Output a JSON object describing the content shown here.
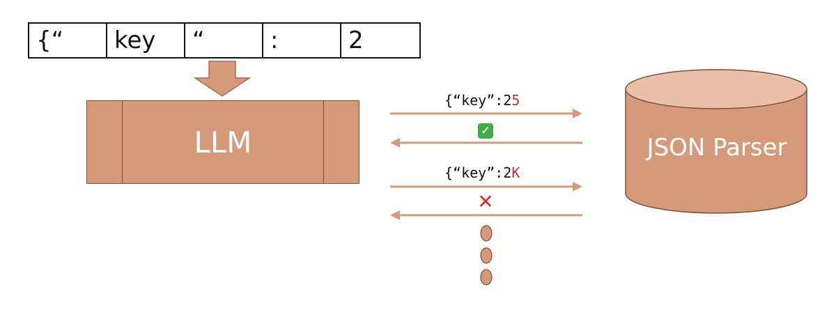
{
  "tokens": [
    "{“",
    "key",
    "“",
    ":",
    "2"
  ],
  "llm": {
    "label": "LLM"
  },
  "parser": {
    "label": "JSON Parser"
  },
  "exchanges": [
    {
      "prefix": "{“key”:2",
      "next_char": "5",
      "result": "valid",
      "result_icon": "check-mark-icon"
    },
    {
      "prefix": "{“key”:2",
      "next_char": "K",
      "result": "invalid",
      "result_icon": "cross-mark-icon"
    }
  ],
  "colors": {
    "block_fill": "#d49a7b",
    "block_top": "#e8c0aa",
    "arrow": "#d49a7b",
    "invalid_char": "#c0303b",
    "check": "#41ad49",
    "cross": "#d8262c"
  },
  "continuation_icon": "vertical-ellipsis-dots"
}
